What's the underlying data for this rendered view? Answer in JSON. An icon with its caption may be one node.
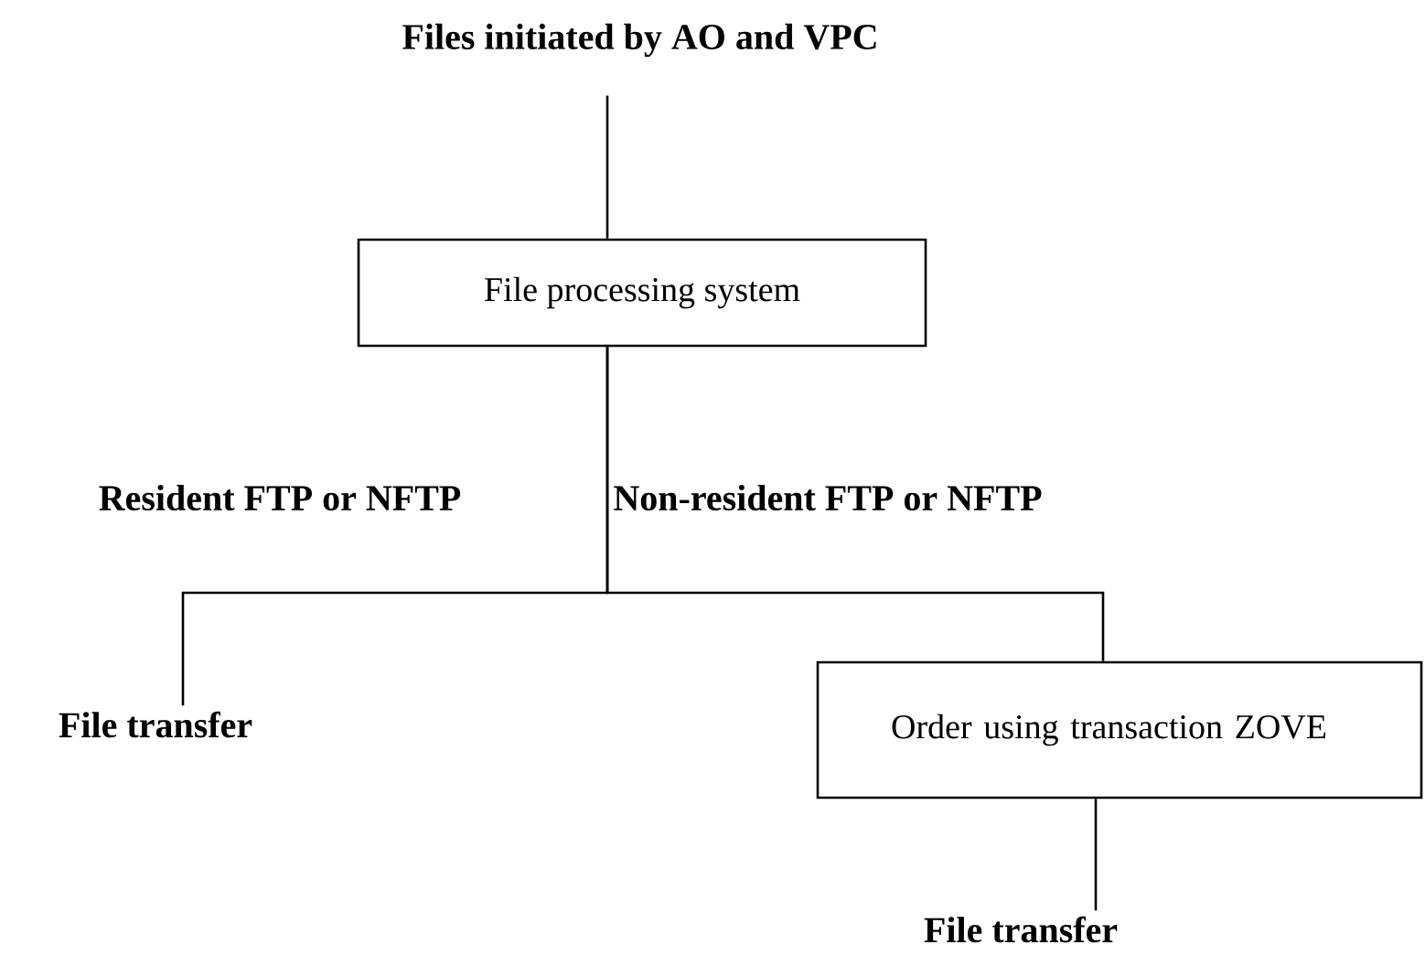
{
  "diagram": {
    "nodes": [
      {
        "text": [
          "Files initiated by AO and VPC"
        ]
      },
      {
        "text": [
          "File processing system"
        ]
      },
      {
        "text": [
          "File transfer"
        ]
      },
      {
        "text": [
          "Order using transaction ZOVE"
        ]
      },
      {
        "text": [
          "File transfer"
        ]
      }
    ],
    "edges": [
      {
        "from": 0,
        "to": 1,
        "arrow": "none"
      },
      {
        "from": 1,
        "to": 2,
        "arrow": "none",
        "label": "Resident FTP or NFTP"
      },
      {
        "from": 1,
        "to": 3,
        "arrow": "none",
        "label": "Non-resident FTP or NFTP"
      },
      {
        "from": 3,
        "to": 4,
        "arrow": "none"
      }
    ]
  }
}
